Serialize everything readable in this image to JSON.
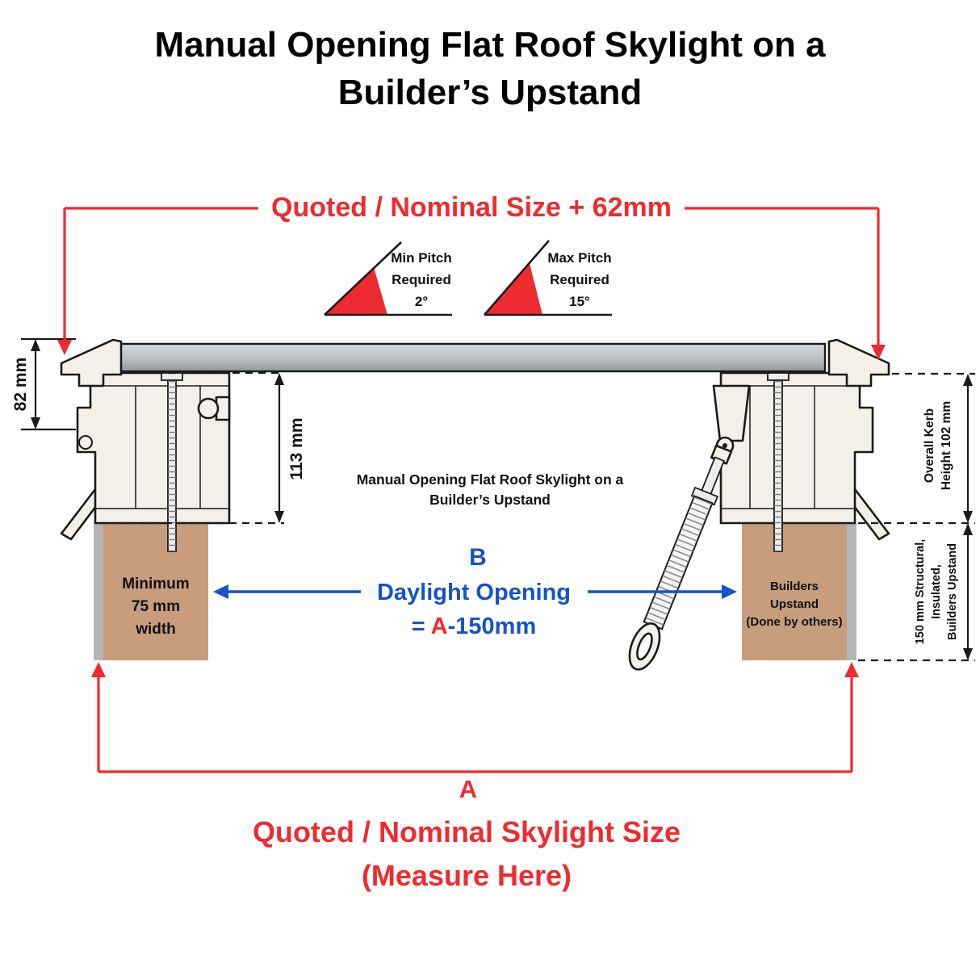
{
  "title": {
    "line1": "Manual Opening Flat Roof Skylight on a",
    "line2": "Builder’s Upstand"
  },
  "top_dimension": {
    "label": "Quoted / Nominal Size + 62mm"
  },
  "pitch_min": {
    "line1": "Min Pitch",
    "line2": "Required",
    "value": "2°"
  },
  "pitch_max": {
    "line1": "Max Pitch",
    "line2": "Required",
    "value": "15°"
  },
  "dim_82": "82 mm",
  "dim_113": "113 mm",
  "center_label": {
    "line1": "Manual Opening Flat Roof Skylight on a",
    "line2": "Builder’s Upstand"
  },
  "daylight": {
    "letter": "B",
    "name": "Daylight Opening",
    "formula_prefix": "= ",
    "formula_a": "A",
    "formula_suffix": "-150mm"
  },
  "left_upstand": {
    "line1": "Minimum",
    "line2": "75 mm",
    "line3": "width"
  },
  "right_upstand": {
    "line1": "Builders",
    "line2": "Upstand",
    "line3": "(Done by others)"
  },
  "kerb": {
    "line1": "Overall Kerb",
    "line2": "Height 102 mm"
  },
  "structural": {
    "line1": "150 mm Structural,",
    "line2": "Insulated,",
    "line3": "Builders Upstand"
  },
  "bottom_dimension": {
    "letter": "A",
    "line1": "Quoted / Nominal Skylight Size",
    "line2": "(Measure Here)"
  },
  "colors": {
    "red": "#ee2b30",
    "blue": "#1553c8",
    "tan": "#c79d7c",
    "frame": "#f2f0e8"
  }
}
